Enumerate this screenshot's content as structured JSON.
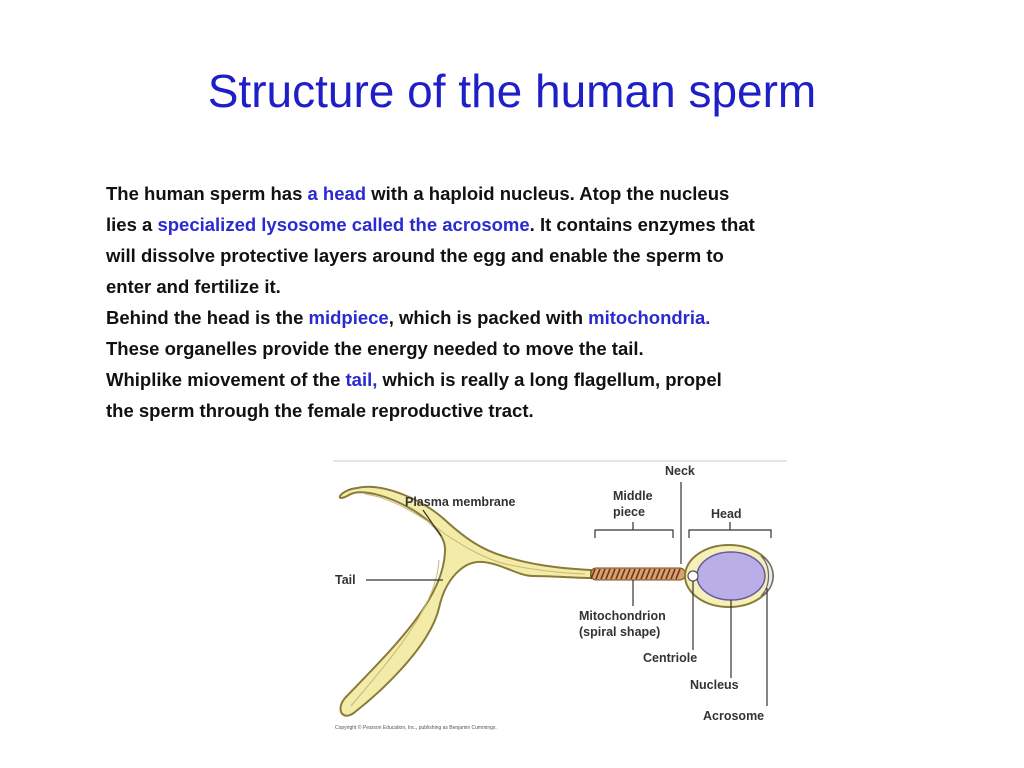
{
  "slide": {
    "title": "Structure of the human sperm"
  },
  "body": {
    "p1": {
      "t1": "The human sperm has ",
      "h1": "a head",
      "t2": " with a haploid nucleus. Atop the nucleus",
      "t3": "lies a ",
      "h2": "specialized lysosome called the acrosome",
      "t4": ". It contains enzymes that",
      "t5": "will dissolve protective layers around the egg and enable the sperm to",
      "t6": "enter and fertilize it."
    },
    "p2": {
      "t1": "Behind the head is the ",
      "h1": "midpiece",
      "t2": ", which is packed with ",
      "h2": "mitochondria.",
      "t3": "These organelles provide the energy needed to move the tail."
    },
    "p3": {
      "t1": "Whiplike miovement of the ",
      "h1": "tail,",
      "t2": " which is really a long flagellum, propel",
      "t3": "the sperm through the female reproductive tract."
    },
    "highlight_color": "#2a2ad0",
    "title_color": "#1f1fc8"
  },
  "figure": {
    "labels": {
      "neck": "Neck",
      "middle_piece_1": "Middle",
      "middle_piece_2": "piece",
      "head": "Head",
      "plasma_membrane": "Plasma membrane",
      "tail": "Tail",
      "mitochondrion_1": "Mitochondrion",
      "mitochondrion_2": "(spiral shape)",
      "centriole": "Centriole",
      "nucleus": "Nucleus",
      "acrosome": "Acrosome"
    },
    "copyright": "Copyright © Pearson Education, Inc., publishing as Benjamin Cummings.",
    "colors": {
      "tail_fill": "#f3eba8",
      "tail_outline": "#8a7a3a",
      "nucleus": "#b9aee6",
      "head_fill": "#f5efb8",
      "mitochondria": "#b06a3a"
    }
  }
}
